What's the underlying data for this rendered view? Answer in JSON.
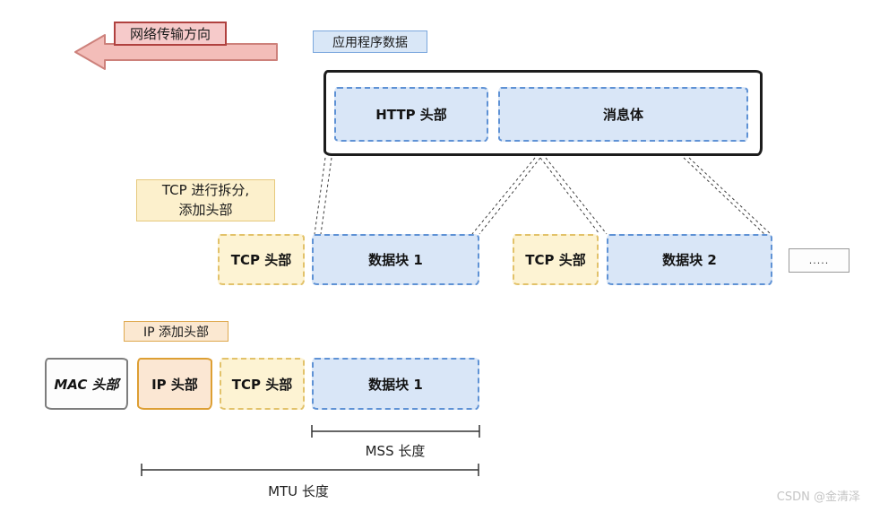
{
  "diagram": {
    "arrow_label": "网络传输方向",
    "app_data_label": "应用程序数据",
    "application_layer": {
      "http_header": "HTTP 头部",
      "message_body": "消息体"
    },
    "tcp_note": {
      "line1": "TCP 进行拆分,",
      "line2": "添加头部"
    },
    "tcp_segments": [
      {
        "header": "TCP 头部",
        "data": "数据块 1"
      },
      {
        "header": "TCP 头部",
        "data": "数据块 2"
      }
    ],
    "more_indicator": ".....",
    "ip_note": "IP 添加头部",
    "frame_layer": {
      "mac_header": "MAC 头部",
      "ip_header": "IP 头部",
      "tcp_header": "TCP 头部",
      "data_block": "数据块 1"
    },
    "measurements": {
      "mss": "MSS 长度",
      "mtu": "MTU 长度"
    },
    "watermark": "CSDN @金清泽",
    "colors": {
      "blue_fill": "#d9e6f7",
      "blue_border": "#5f92d5",
      "yellow_fill": "#fdf3d3",
      "yellow_border": "#e2c26a",
      "orange_fill": "#fbe7d3",
      "orange_border": "#dd9f33",
      "pink_arrow_fill": "#f3bdb9",
      "pink_arrow_border": "#cd817b",
      "pink_label_fill": "#f6caca",
      "pink_label_border": "#b0413f",
      "blue_label_fill": "#d9e7f7",
      "gray_border": "#7d7d7d",
      "frame_border": "#1c1c1c"
    }
  }
}
